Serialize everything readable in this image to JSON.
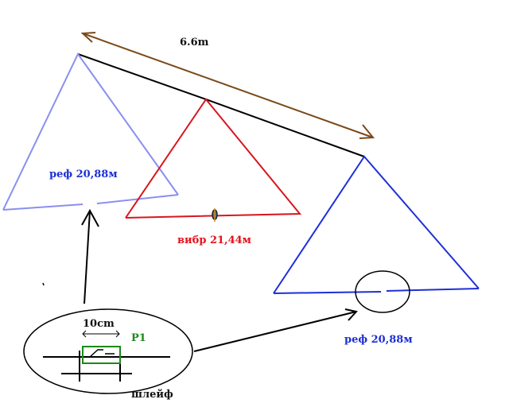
{
  "labels": {
    "distance": "6.6m",
    "left_reflector": "реф 20,88м",
    "driven_element": "вибр 21,44м",
    "right_reflector": "реф 20,88м",
    "detail_width": "10cm",
    "detail_part": "P1",
    "detail_caption": "шлейф"
  },
  "colors": {
    "left_reflector": "#8a8ff0",
    "driven_element": "#d8161e",
    "right_reflector": "#1e2fd6",
    "boom": "#000000",
    "distance_arrow": "#7a4a1a",
    "detail_part": "#1a8a1a"
  }
}
